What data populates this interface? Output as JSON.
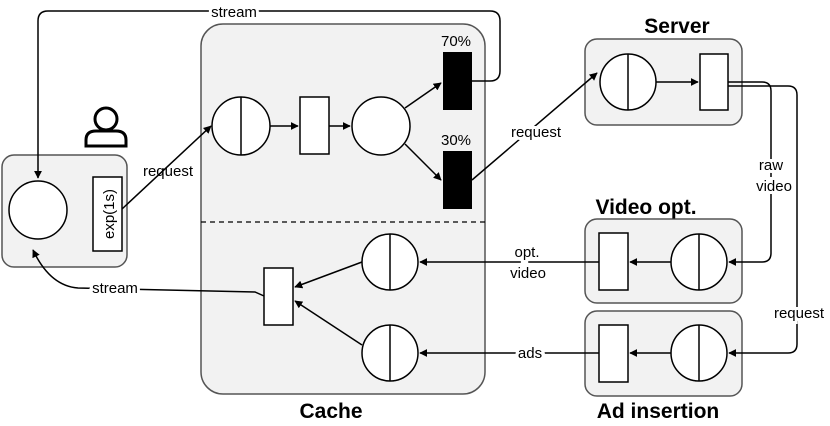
{
  "groups": {
    "cache": "Cache",
    "server": "Server",
    "video_opt": "Video opt.",
    "ad_insertion": "Ad insertion"
  },
  "client": {
    "delay": "exp(1s)"
  },
  "queue_labels": {
    "top": "70%",
    "bottom": "30%"
  },
  "edge_labels": {
    "stream_top": "stream",
    "request_client": "request",
    "request_server": "request",
    "raw_video_1": "raw",
    "raw_video_2": "video",
    "request_ads": "request",
    "opt_video_1": "opt.",
    "opt_video_2": "video",
    "ads": "ads",
    "stream_bottom": "stream"
  }
}
